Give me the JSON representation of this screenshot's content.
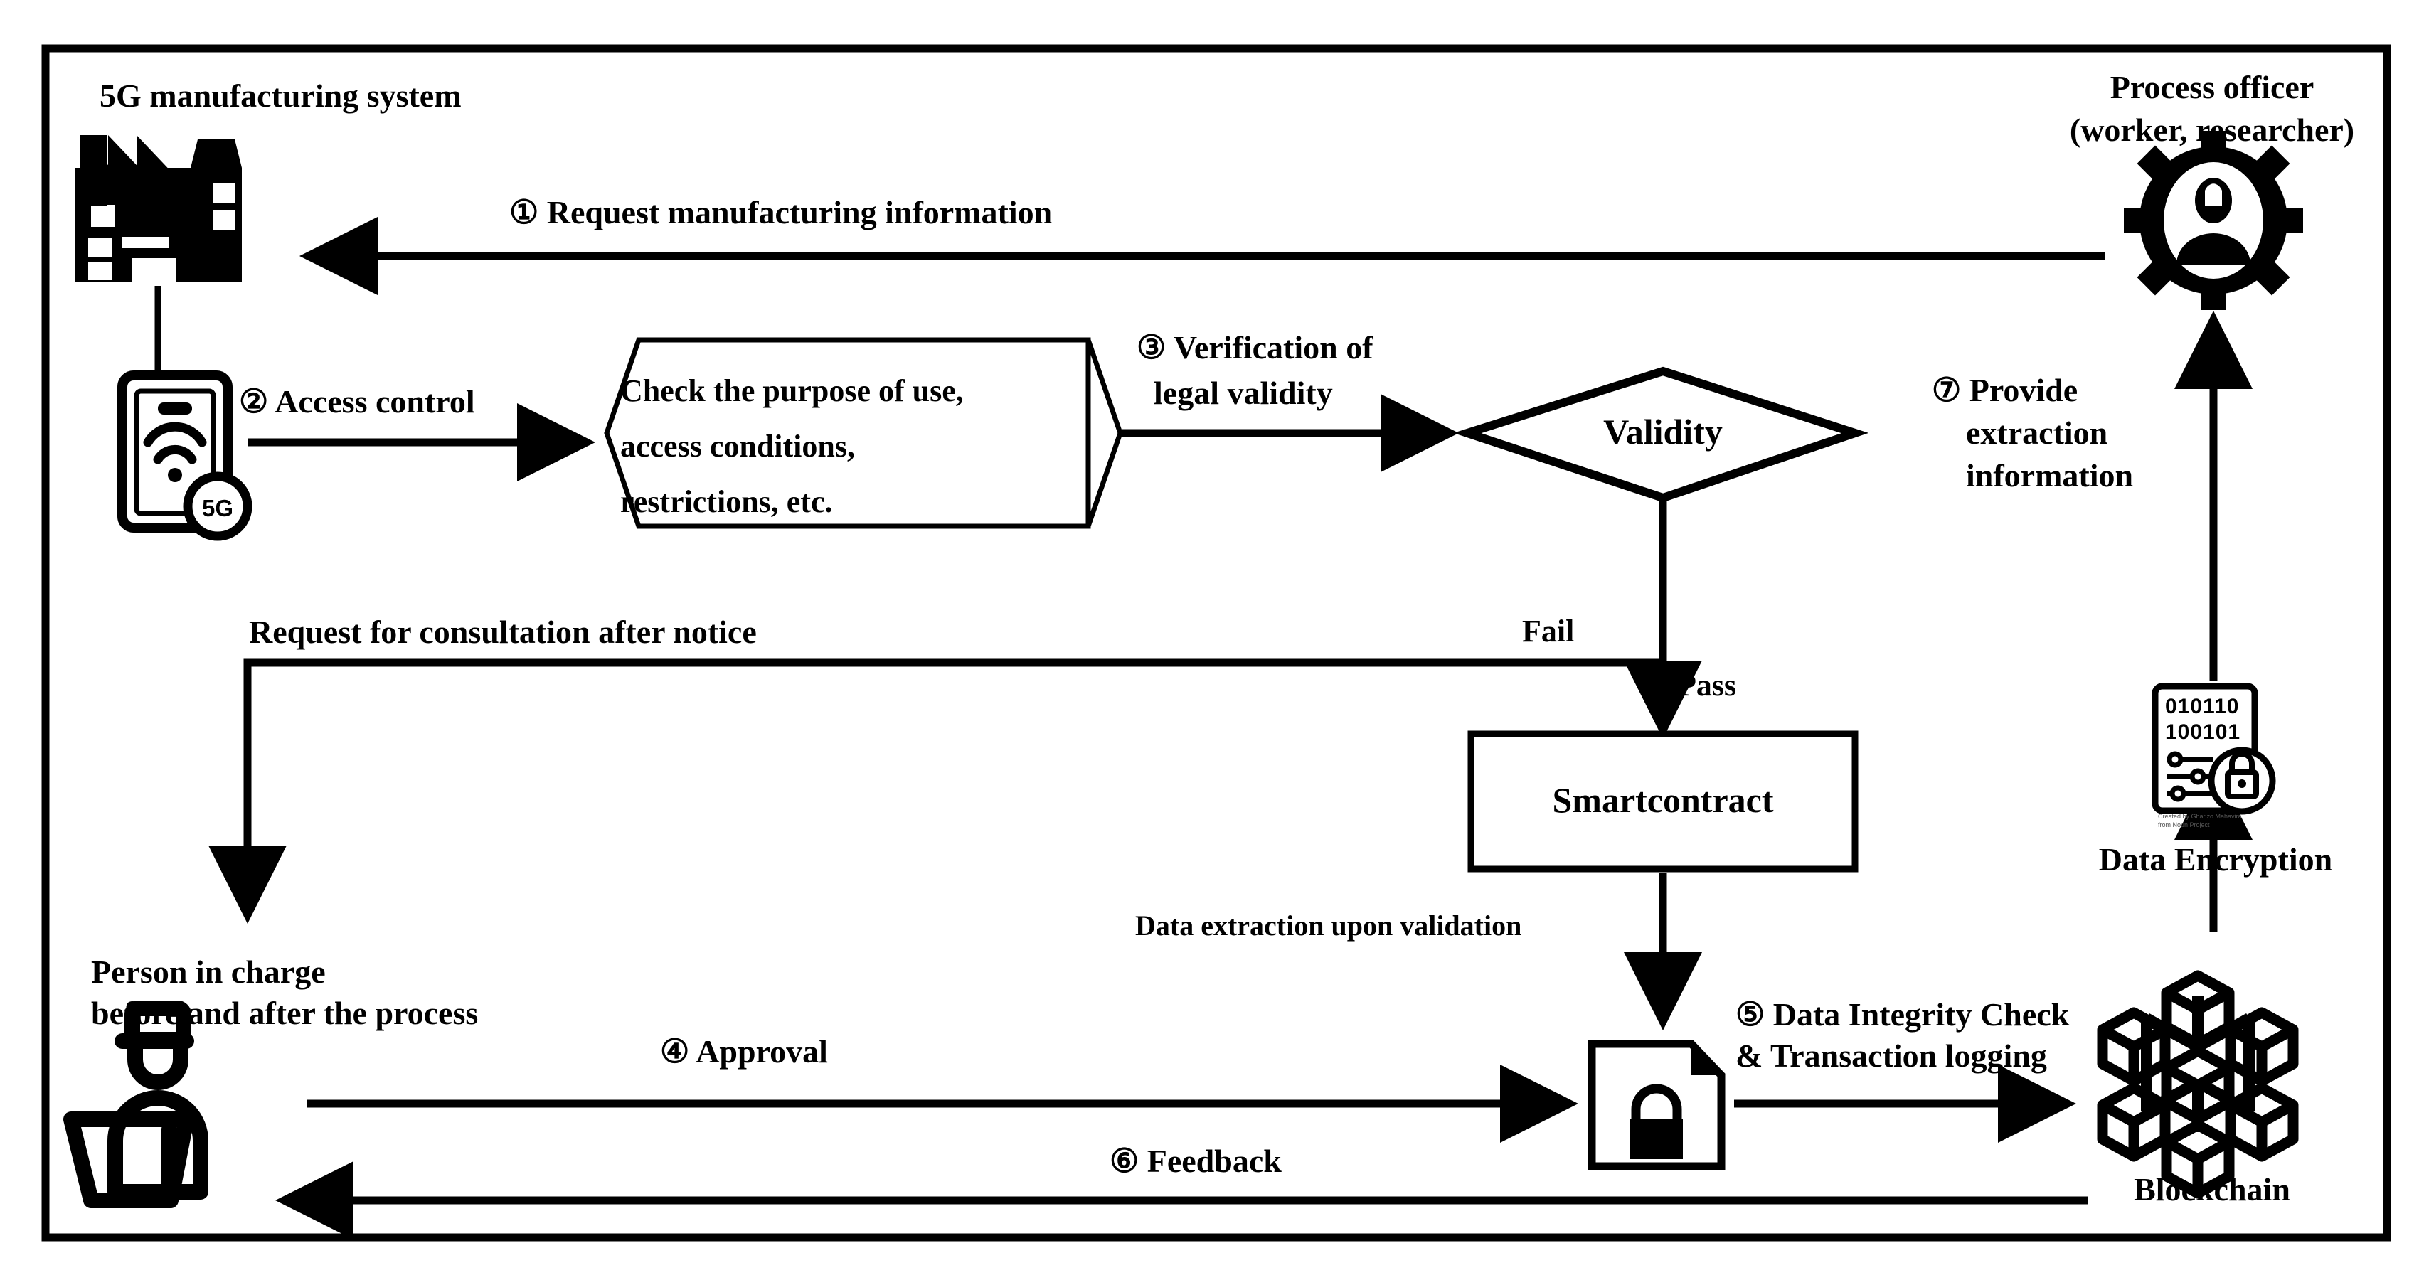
{
  "diagram": {
    "title_alt": "5G manufacturing data access control and blockchain logging flow",
    "frame_color": "#000000"
  },
  "nodes": {
    "manufacturing_system": {
      "label": "5G manufacturing system",
      "icon": "factory-icon"
    },
    "process_officer": {
      "label_line1": "Process officer",
      "label_line2": "(worker, researcher)",
      "icon": "gear-person-icon"
    },
    "mobile_5g": {
      "icon": "mobile-5g-icon",
      "badge": "5G"
    },
    "policy_check": {
      "line1": "Check the purpose of use,",
      "line2": "access conditions,",
      "line3": "restrictions, etc."
    },
    "validity": {
      "label": "Validity",
      "shape": "diamond"
    },
    "smartcontract": {
      "label": "Smartcontract",
      "shape": "rectangle"
    },
    "encrypted_document": {
      "icon": "document-lock-icon"
    },
    "blockchain": {
      "label": "Blockchain",
      "icon": "blockchain-nodes-icon"
    },
    "data_encryption": {
      "label": "Data Encryption",
      "icon": "data-encryption-icon",
      "binary_top": "010110",
      "binary_bottom": "100101",
      "attribution_line1": "Created by Gharizo Mahavira",
      "attribution_line2": "from Noun Project"
    },
    "person_in_charge": {
      "line1": "Person in charge",
      "line2": "before and after the process",
      "icon": "person-with-desk-icon"
    }
  },
  "edges": {
    "step1": "① Request manufacturing information",
    "step2": "② Access control",
    "step3_line1": "③ Verification of",
    "step3_line2": "legal validity",
    "step4": "④ Approval",
    "step5_line1": "⑤ Data Integrity Check",
    "step5_line2": "& Transaction logging",
    "step6": "⑥ Feedback",
    "step7_line1": "⑦ Provide",
    "step7_line2": "extraction",
    "step7_line3": "information",
    "fail": "Fail",
    "pass": "Pass",
    "consultation": "Request for consultation after notice",
    "data_extraction": "Data extraction upon validation"
  }
}
